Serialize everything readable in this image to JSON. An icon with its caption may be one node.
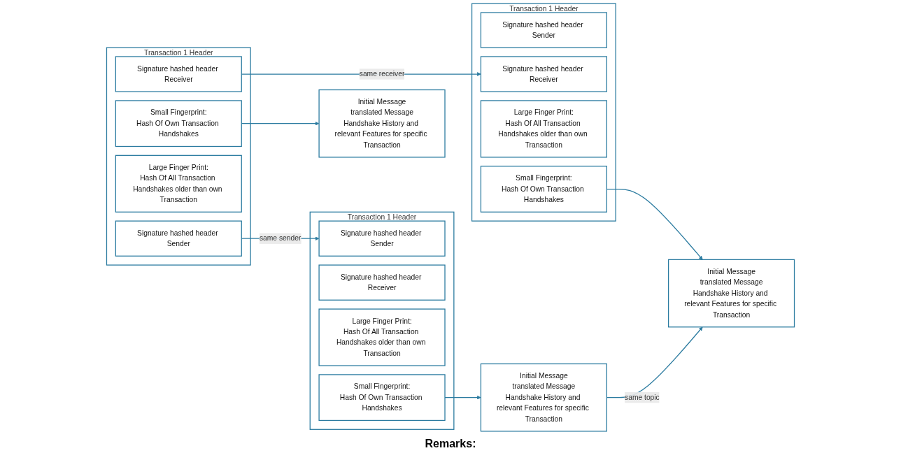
{
  "diagram": {
    "nodes": [
      {
        "text": [
          "Transaction 1 Header"
        ]
      },
      {
        "text": [
          "Signature hashed header Sender"
        ],
        "in": 0
      },
      {
        "text": [
          "Signature hashed header Receiver"
        ],
        "in": 0
      },
      {
        "text": [
          "Large Finger Print:",
          "Hash Of All Transaction Handshakes older than own Transaction"
        ],
        "in": 0
      },
      {
        "text": [
          "Small Fingerprint:",
          "Hash Of Own Transaction Handshakes"
        ],
        "in": 0
      },
      {
        "text": [
          "Initial Message",
          "translated Message",
          "Handshake History and relevant Features for specific Transaction"
        ]
      },
      {
        "text": [
          "Transaction 1 Header"
        ]
      },
      {
        "text": [
          "Signature hashed header Sender"
        ],
        "in": 6
      },
      {
        "text": [
          "Signature hashed header Receiver"
        ],
        "in": 6
      },
      {
        "text": [
          "Large Finger Print:",
          "Hash Of All Transaction Handshakes older than own Transaction"
        ],
        "in": 6
      },
      {
        "text": [
          "Small Fingerprint:",
          "Hash Of Own Transaction Handshakes"
        ],
        "in": 6
      },
      {
        "text": [
          "Initial Message",
          "translated Message",
          "Handshake History and relevant Features for specific Transaction"
        ]
      },
      {
        "text": [
          "Transaction 1 Header"
        ]
      },
      {
        "text": [
          "Signature hashed header Sender"
        ],
        "in": 12
      },
      {
        "text": [
          "Signature hashed header Receiver"
        ],
        "in": 12
      },
      {
        "text": [
          "Large Finger Print:",
          "Hash Of All Transaction Handshakes older than own Transaction"
        ],
        "in": 12
      },
      {
        "text": [
          "Small Fingerprint:",
          "Hash Of Own Transaction Handshakes"
        ],
        "in": 12
      },
      {
        "text": [
          "Initial Message",
          "translated Message",
          "Handshake History and relevant Features for specific Transaction"
        ]
      }
    ],
    "edges": [
      {
        "from": 4,
        "to": 5,
        "arrow": "to"
      },
      {
        "from": 10,
        "to": 11,
        "arrow": "to"
      },
      {
        "from": 16,
        "to": 17,
        "arrow": "to"
      },
      {
        "from": 1,
        "to": 7,
        "arrow": "to",
        "label": "same sender"
      },
      {
        "from": 2,
        "to": 14,
        "arrow": "to",
        "label": "same receiver"
      },
      {
        "from": 11,
        "to": 17,
        "arrow": "to",
        "label": "same topic"
      }
    ],
    "labels": [
      "Remarks:"
    ]
  }
}
